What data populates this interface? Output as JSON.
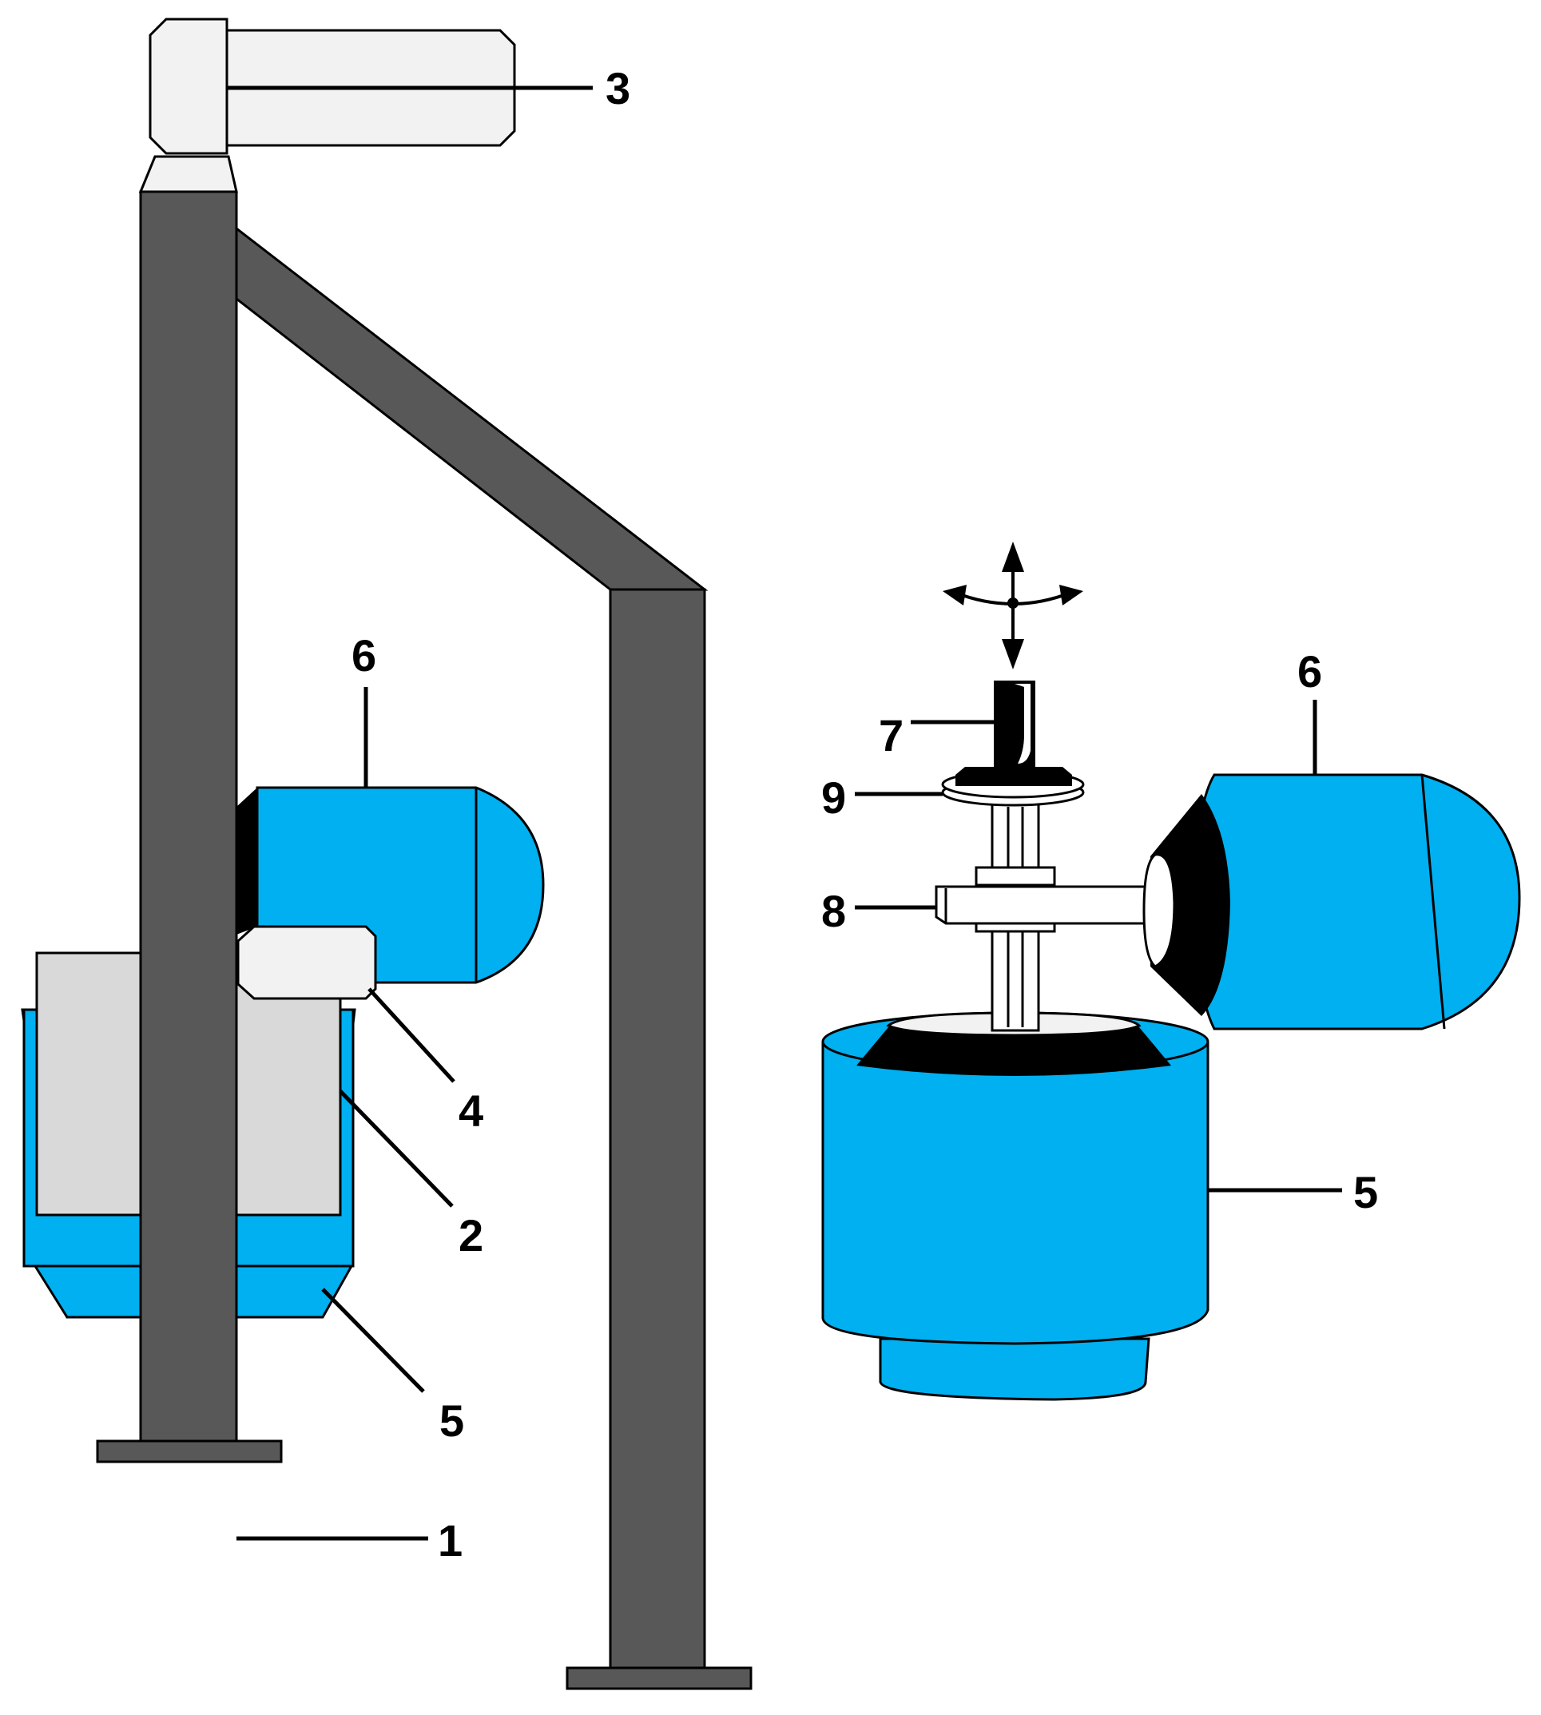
{
  "labels": {
    "frame_column": "1",
    "left_housing": "2",
    "top_unit": "3",
    "bracket": "4",
    "left_base": "5",
    "left_cylinder": "6",
    "right_cylinder": "6",
    "tool_head": "7",
    "arm": "8",
    "flange": "9",
    "right_base": "5"
  },
  "colors": {
    "frame": "#585858",
    "blue": "#00b0f0",
    "light_gray": "#f2f2f2",
    "housing_gray": "#d9d9d9",
    "black": "#000000"
  }
}
